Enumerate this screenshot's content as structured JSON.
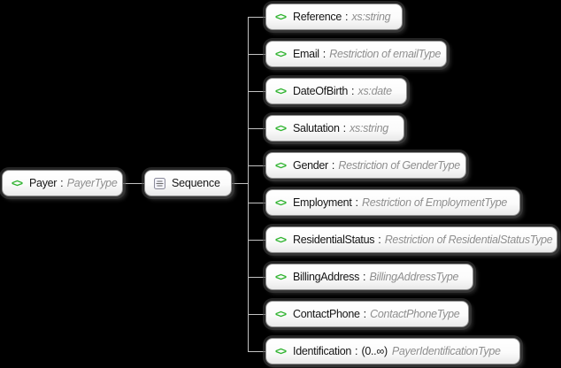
{
  "diagram": {
    "type": "xsd-schema-diagram",
    "element_icon_glyph": "<>",
    "separator": ":",
    "root_element": {
      "name": "Payer",
      "type": "PayerType"
    },
    "compositor": {
      "label": "Sequence"
    },
    "children": [
      {
        "name": "Reference",
        "type": "xs:string"
      },
      {
        "name": "Email",
        "type": "Restriction of emailType"
      },
      {
        "name": "DateOfBirth",
        "type": "xs:date"
      },
      {
        "name": "Salutation",
        "type": "xs:string"
      },
      {
        "name": "Gender",
        "type": "Restriction of GenderType"
      },
      {
        "name": "Employment",
        "type": "Restriction of EmploymentType"
      },
      {
        "name": "ResidentialStatus",
        "type": "Restriction of ResidentialStatusType"
      },
      {
        "name": "BillingAddress",
        "type": "BillingAddressType"
      },
      {
        "name": "ContactPhone",
        "type": "ContactPhoneType"
      },
      {
        "name": "Identification",
        "occurrence": "(0..∞)",
        "type": "PayerIdentificationType"
      }
    ],
    "colors": {
      "background": "#000000",
      "box_fill_top": "#ffffff",
      "box_fill_bottom": "#e9e9e9",
      "box_border": "#8f8f8f",
      "element_icon_green": "#2db32d",
      "element_name_text": "#151515",
      "type_text": "#8e8e8e",
      "connector_line": "#c2c2c2"
    }
  }
}
